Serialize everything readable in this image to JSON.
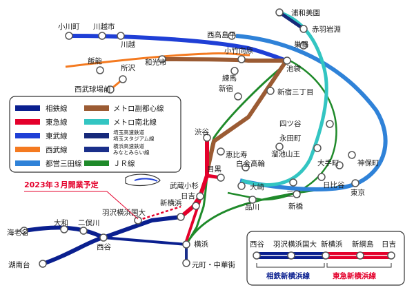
{
  "stations": {
    "ogawamachi": "小川町",
    "kawagoeshi": "川越市",
    "kawagoe": "川越",
    "wakoshi": "和光市",
    "nishitakashimadaira": "西高島平",
    "kotakemukaihara": "小竹向原",
    "nerima": "練馬",
    "shinjuku": "新宿",
    "shinjuku_sanchome": "新宿三丁目",
    "ikebukuro": "池袋",
    "sugamo": "巣鴨",
    "urawa_misono": "浦和美園",
    "akabane_iwabuchi": "赤羽岩淵",
    "hanno": "飯能",
    "tokorozawa": "所沢",
    "seibu_kyujomae": "西武球場前",
    "shibuya": "渋谷",
    "ebisu": "恵比寿",
    "shirokane_takanawa": "白金高輪",
    "tameike_sanno": "溜池山王",
    "nagatacho": "永田町",
    "yotsuya": "四ツ谷",
    "otemachi": "大手町",
    "kamiyacho": "神保町",
    "hibiya": "日比谷",
    "tokyo": "東京",
    "meguro": "目黒",
    "osaki": "大崎",
    "mita": "三田",
    "shinagawa": "品川",
    "shimbashi": "新橋",
    "musashi_kosugi": "武蔵小杉",
    "hiyoshi": "日吉",
    "shin_yokohama": "新横浜",
    "hazawa_yokohama_kokudai": "羽沢横浜国大",
    "yamato": "大和",
    "futamatagawa": "二俣川",
    "ebina": "海老名",
    "nishiya": "西谷",
    "yokohama": "横浜",
    "motomachi_chukagai": "元町・中華街",
    "shonandai": "湖南台"
  },
  "legend": {
    "items": [
      {
        "label": "相鉄線",
        "color": "#0a1f8f",
        "icon": "line-swatch"
      },
      {
        "label": "東急線",
        "color": "#e4002b",
        "icon": "line-swatch"
      },
      {
        "label": "東武線",
        "color": "#1f3fd6",
        "icon": "line-swatch"
      },
      {
        "label": "西武線",
        "color": "#f47a20",
        "icon": "line-swatch"
      },
      {
        "label": "都営三田線",
        "color": "#2f82d8",
        "icon": "line-swatch"
      },
      {
        "label": "メトロ副都心線",
        "color": "#9b5b33",
        "icon": "line-swatch"
      },
      {
        "label": "メトロ南北線",
        "color": "#33c5c2",
        "icon": "line-swatch"
      },
      {
        "label": "埼玉高速鉄道",
        "label2": "埼玉スタジアム線",
        "color": "#16297a",
        "icon": "line-swatch"
      },
      {
        "label": "横浜高速鉄道",
        "label2": "みなとみらい線",
        "color": "#1a2f8a",
        "icon": "line-swatch"
      },
      {
        "label": "ＪＲ線",
        "color": "#1f8a2a",
        "icon": "line-swatch"
      }
    ]
  },
  "announcement": "2023年３月開業予定",
  "inset": {
    "stations": [
      "西谷",
      "羽沢横浜国大",
      "新横浜",
      "新綱島",
      "日吉"
    ],
    "line_sotetsu": "相鉄新横浜線",
    "line_tokyu": "東急新横浜線"
  },
  "colors": {
    "sotetsu": "#0a1f8f",
    "tokyu": "#e4002b",
    "tobu": "#1f3fd6",
    "seibu": "#f47a20",
    "mita": "#2f82d8",
    "fukutoshin": "#9b5b33",
    "namboku": "#33c5c2",
    "saitama": "#16297a",
    "minatomirai": "#1a2f8a",
    "jr": "#1f8a2a"
  }
}
